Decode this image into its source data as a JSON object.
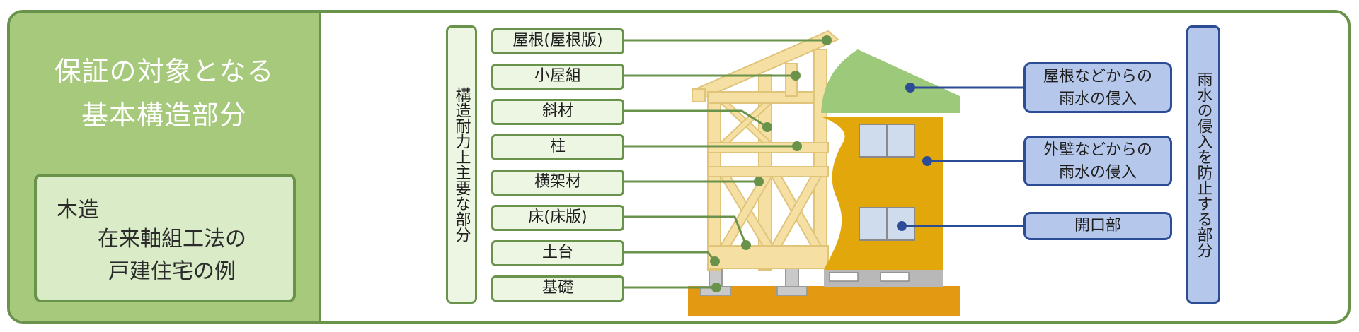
{
  "title": "保証の対象となる\n基本構造部分",
  "example": {
    "label": "木造",
    "lines": "在来軸組工法の\n戸建住宅の例"
  },
  "structural_group_label": "構造耐力上主要な部分",
  "structural_parts": [
    "屋根(屋根版)",
    "小屋組",
    "斜材",
    "柱",
    "横架材",
    "床(床版)",
    "土台",
    "基礎"
  ],
  "rain_group_label": "雨水の侵入を防止する部分",
  "rain_parts": [
    "屋根などからの\n雨水の侵入",
    "外壁などからの\n雨水の侵入",
    "開口部"
  ],
  "colors": {
    "green_border": "#69924a",
    "green_fill": "#a6c97c",
    "light_green": "#ecf6e2",
    "blue_border": "#2c4d95",
    "blue_fill": "#b5c7ea",
    "wood": "#f5dfa3",
    "wall_orange": "#e2a70a",
    "ground": "#e39a12",
    "roof_green": "#9dc97b"
  }
}
